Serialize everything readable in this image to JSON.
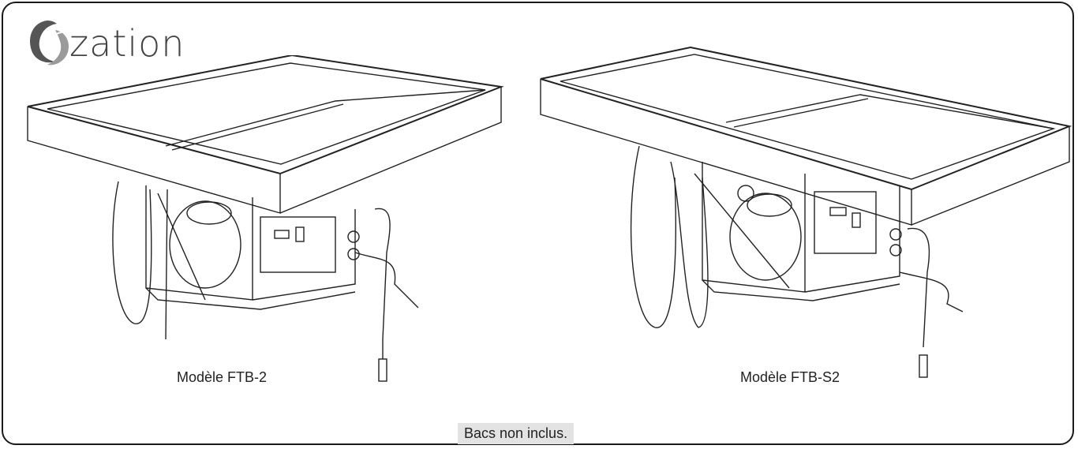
{
  "logo": {
    "text_rest": "zation",
    "icon": "leaf-icon",
    "colors": {
      "leaf_dark": "#555555",
      "leaf_light": "#9a9a9a",
      "text": "#444444"
    }
  },
  "models": [
    {
      "caption": "Modèle FTB-2"
    },
    {
      "caption": "Modèle FTB-S2"
    }
  ],
  "note": "Bacs non inclus.",
  "colors": {
    "border": "#1a1a1a",
    "note_bg": "#e3e3e3",
    "line": "#222222"
  }
}
